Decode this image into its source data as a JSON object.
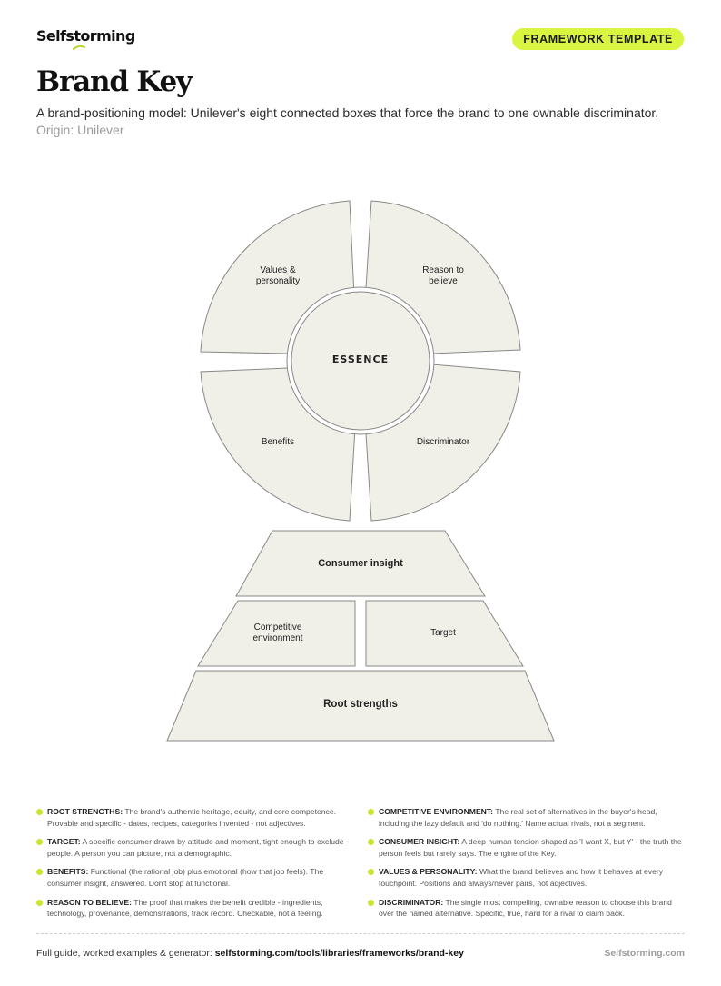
{
  "header": {
    "logo_text": "Selfstorming",
    "badge": "FRAMEWORK TEMPLATE",
    "title": "Brand Key",
    "subtitle": "A brand-positioning model: Unilever's eight connected boxes that force the brand to one ownable discriminator.",
    "origin": "Origin: Unilever"
  },
  "diagram": {
    "center": "ESSENCE",
    "quadrants": {
      "top_left": [
        "Values &",
        "personality"
      ],
      "top_right": [
        "Reason to",
        "believe"
      ],
      "bottom_left": "Benefits",
      "bottom_right": "Discriminator"
    },
    "base": {
      "consumer_insight": "Consumer insight",
      "competitive_environment": [
        "Competitive",
        "environment"
      ],
      "target": "Target",
      "root_strengths": "Root strengths"
    }
  },
  "notes": {
    "left": [
      {
        "term": "ROOT STRENGTHS:",
        "text": "The brand's authentic heritage, equity, and core competence. Provable and specific - dates, recipes, categories invented - not adjectives."
      },
      {
        "term": "TARGET:",
        "text": "A specific consumer drawn by attitude and moment, tight enough to exclude people. A person you can picture, not a demographic."
      },
      {
        "term": "BENEFITS:",
        "text": "Functional (the rational job) plus emotional (how that job feels). The consumer insight, answered. Don't stop at functional."
      },
      {
        "term": "REASON TO BELIEVE:",
        "text": "The proof that makes the benefit credible - ingredients, technology, provenance, demonstrations, track record. Checkable, not a feeling."
      }
    ],
    "right": [
      {
        "term": "COMPETITIVE ENVIRONMENT:",
        "text": "The real set of alternatives in the buyer's head, including the lazy default and 'do nothing.' Name actual rivals, not a segment."
      },
      {
        "term": "CONSUMER INSIGHT:",
        "text": "A deep human tension shaped as 'I want X, but Y' - the truth the person feels but rarely says. The engine of the Key."
      },
      {
        "term": "VALUES & PERSONALITY:",
        "text": "What the brand believes and how it behaves at every touchpoint. Positions and always/never pairs, not adjectives."
      },
      {
        "term": "DISCRIMINATOR:",
        "text": "The single most compelling, ownable reason to choose this brand over the named alternative. Specific, true, hard for a rival to claim back."
      }
    ]
  },
  "footer": {
    "lead": "Full guide, worked examples & generator:",
    "url": "selfstorming.com/tools/libraries/frameworks/brand-key",
    "brand": "Selfstorming.com"
  },
  "colors": {
    "accent": "#d9f540",
    "box_fill": "#f1f0e8",
    "stroke": "#888888"
  }
}
